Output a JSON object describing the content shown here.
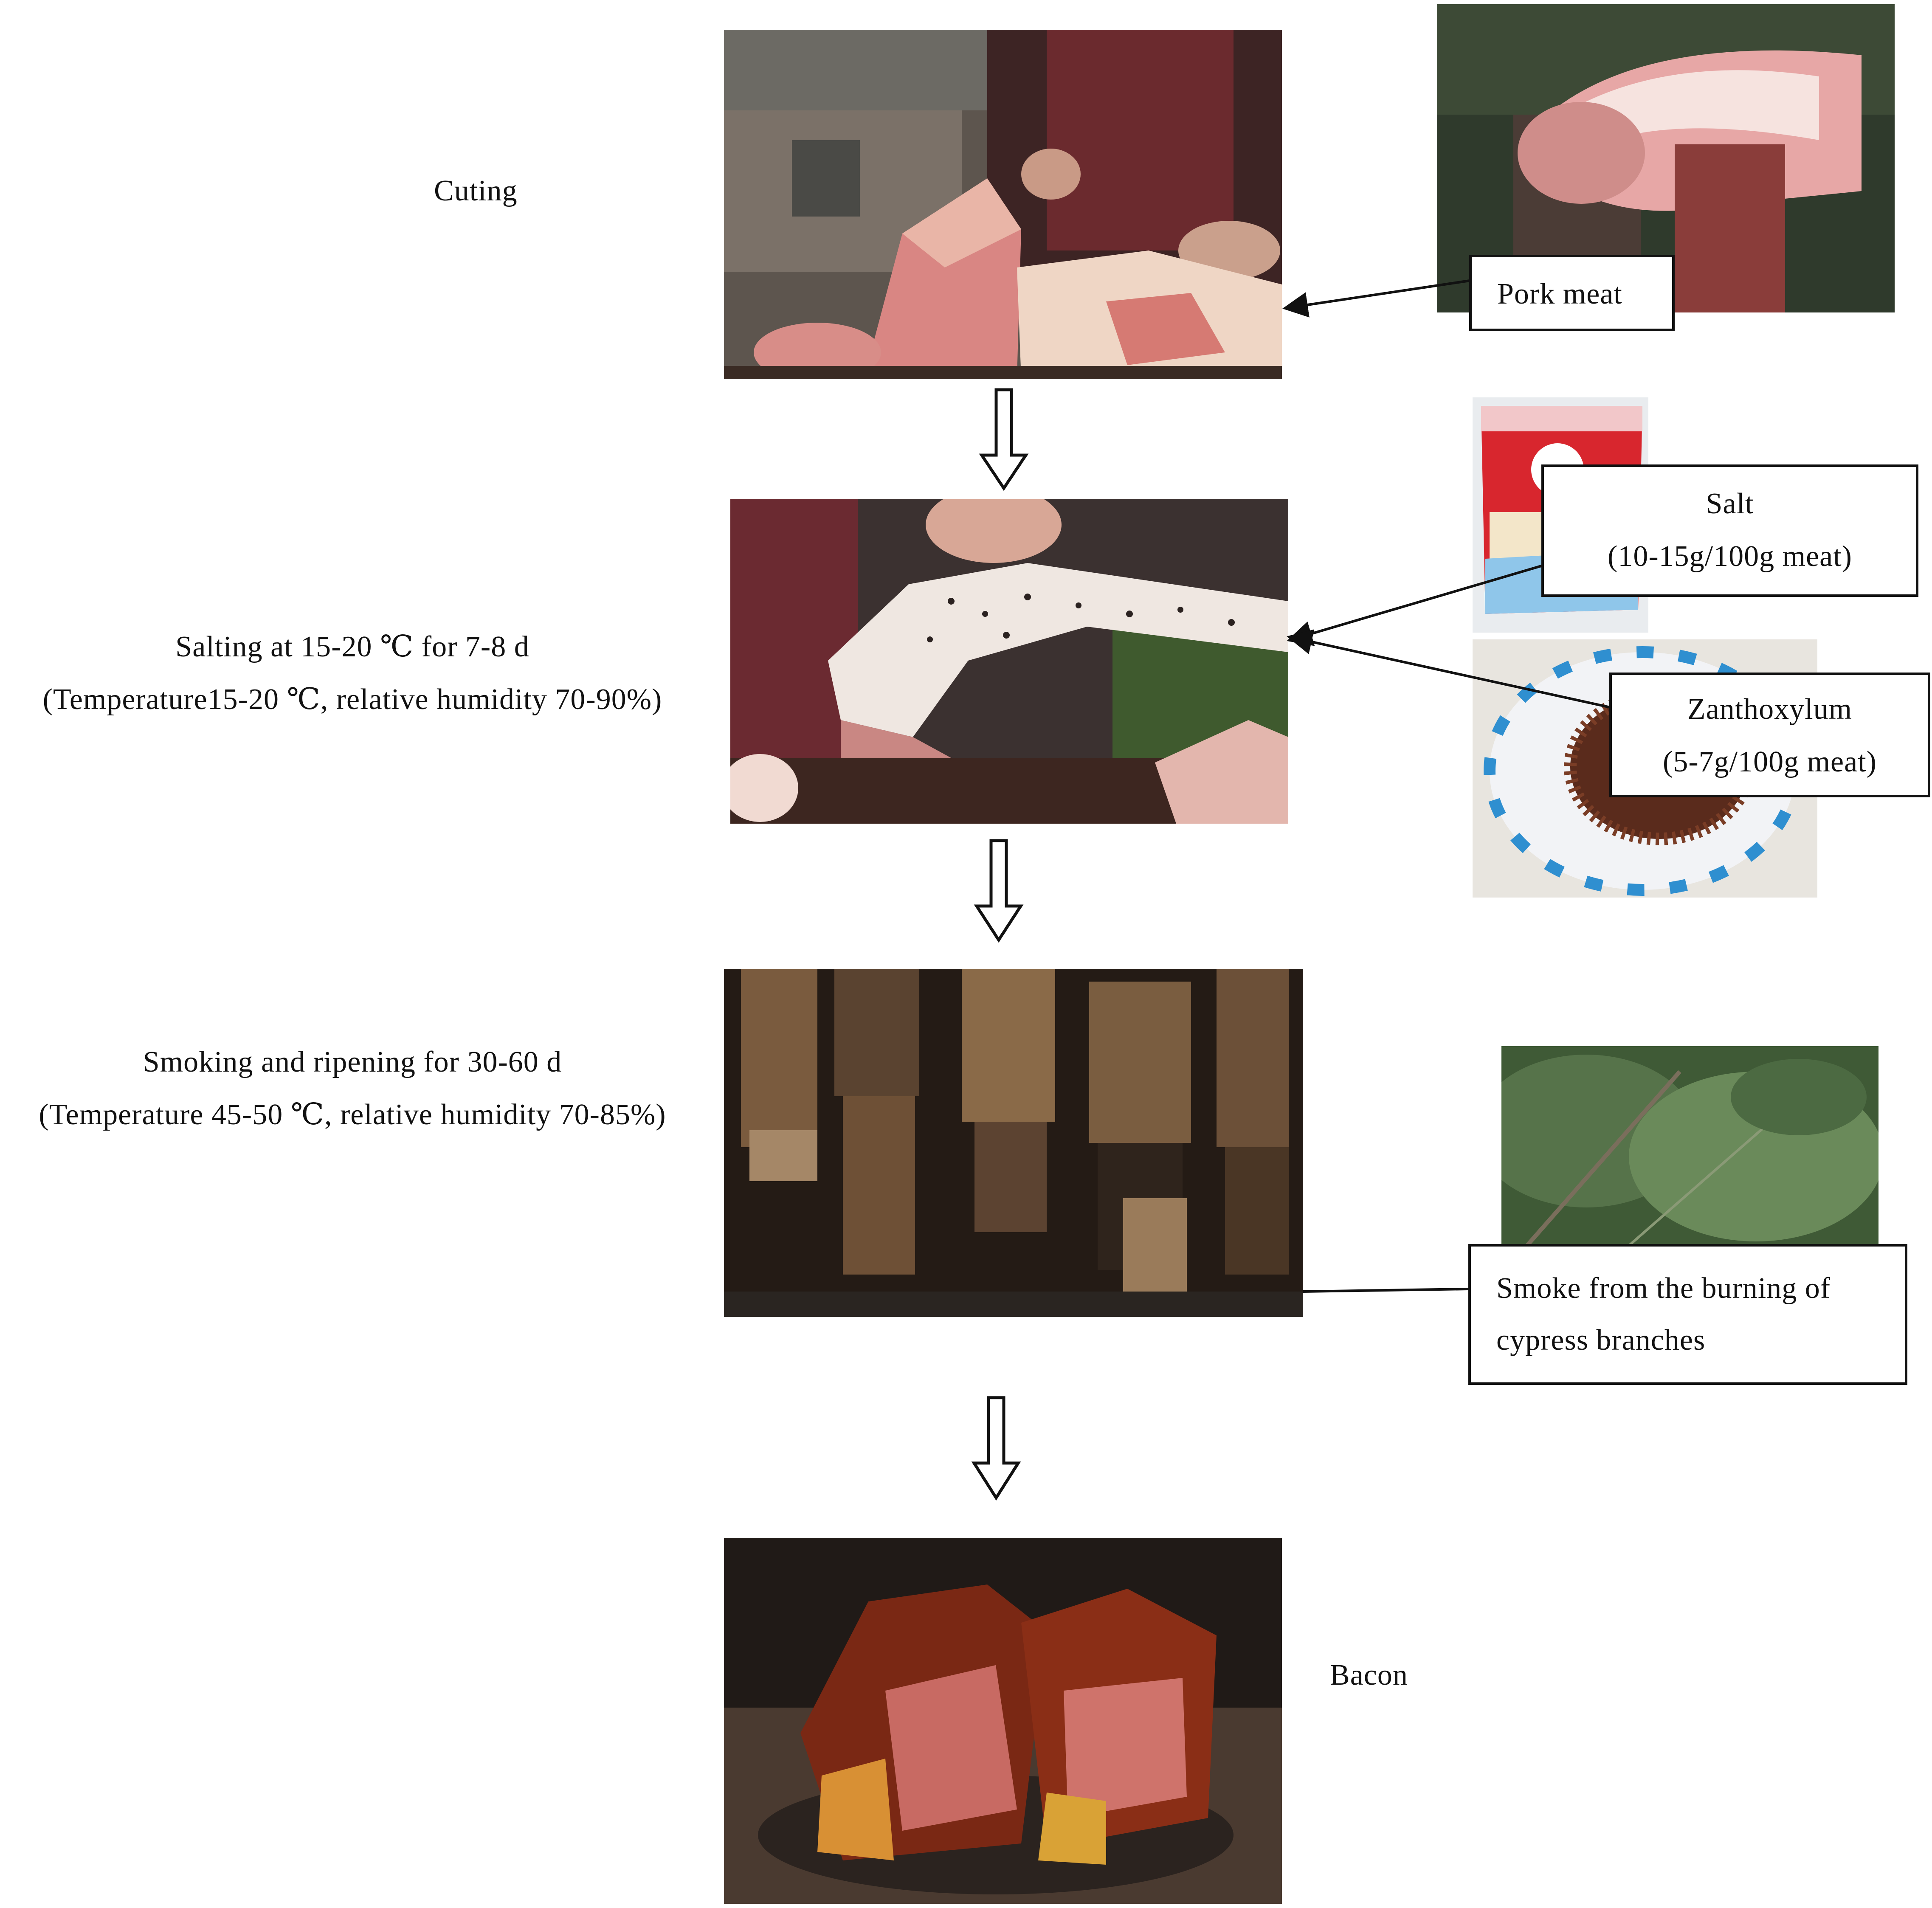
{
  "steps": {
    "cutting": {
      "label": "Cuting"
    },
    "salting": {
      "line1": "Salting at 15-20 ℃  for 7-8 d",
      "line2": "(Temperature15-20 ℃, relative humidity 70-90%)"
    },
    "smoking": {
      "line1": "Smoking and ripening for 30-60 d",
      "line2": "(Temperature 45-50 ℃, relative humidity 70-85%)"
    },
    "result": {
      "label": "Bacon"
    }
  },
  "ingredients": {
    "pork": {
      "label": "Pork meat"
    },
    "salt": {
      "line1": "Salt",
      "line2": "(10-15g/100g meat)"
    },
    "zanthoxylum": {
      "line1": "Zanthoxylum",
      "line2": "(5-7g/100g meat)"
    },
    "smoke": {
      "line1": "Smoke from the burning of",
      "line2": "cypress branches"
    }
  },
  "colors": {
    "line": "#111111",
    "arrow_fill": "#ffffff",
    "salt_bag": "#d8262e",
    "bowl_trim": "#2f8fd0"
  }
}
